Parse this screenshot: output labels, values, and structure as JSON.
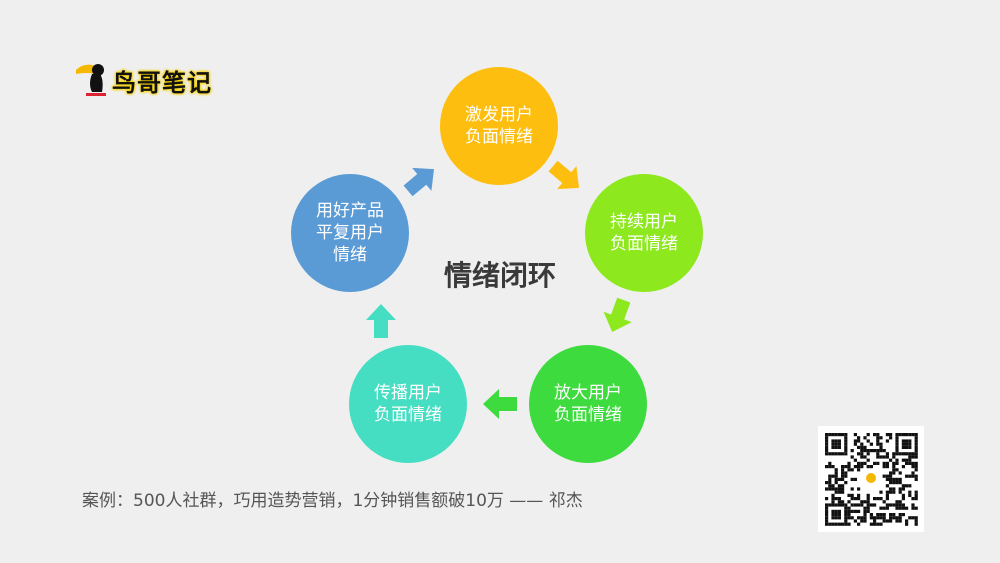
{
  "logo": {
    "text": "鸟哥笔记"
  },
  "diagram": {
    "title": "情绪闭环",
    "nodes": [
      {
        "lines": [
          "激发用户",
          "负面情绪"
        ],
        "color": "#FDBE0F"
      },
      {
        "lines": [
          "持续用户",
          "负面情绪"
        ],
        "color": "#8DE81E"
      },
      {
        "lines": [
          "放大用户",
          "负面情绪"
        ],
        "color": "#3DDB3D"
      },
      {
        "lines": [
          "传播用户",
          "负面情绪"
        ],
        "color": "#46DEC2"
      },
      {
        "lines": [
          "用好产品",
          "平复用户",
          "情绪"
        ],
        "color": "#5B9BD5"
      }
    ]
  },
  "caption": "案例：500人社群，巧用造势营销，1分钟销售额破10万 —— 祁杰",
  "qr": {
    "icon": "qr-code-icon"
  }
}
